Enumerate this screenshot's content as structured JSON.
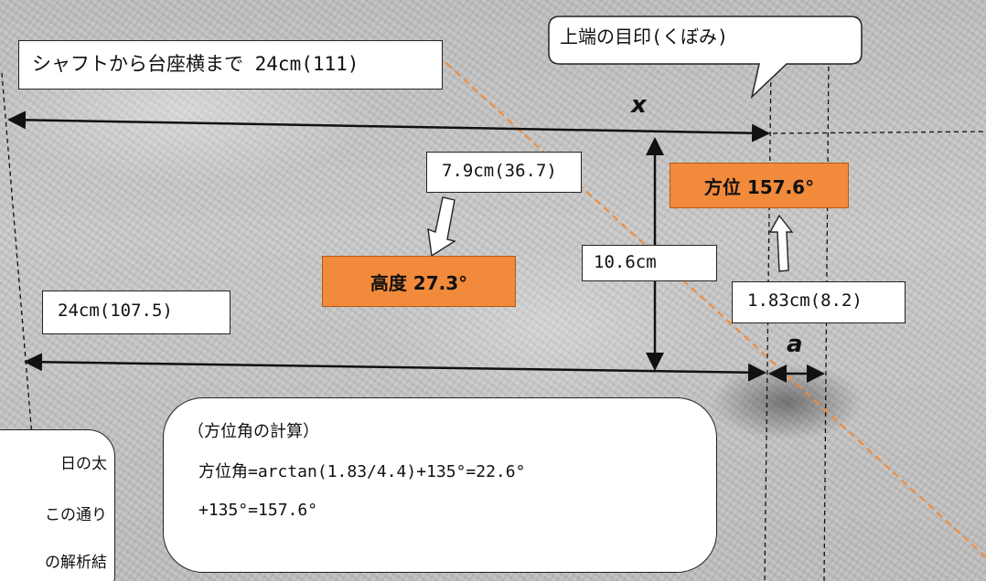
{
  "labels": {
    "shaft_to_base": "シャフトから台座横まで 24cm(111)",
    "top_mark": "上端の目印(くぼみ)",
    "len_79": "7.9cm(36.7)",
    "len_106": "10.6cm",
    "len_183": "1.83cm(8.2)",
    "len_24": "24cm(107.5)",
    "var_x": "x",
    "var_a": "a"
  },
  "highlights": {
    "azimuth": "方位 157.6°",
    "altitude": "高度 27.3°"
  },
  "calculation": {
    "title": "（方位角の計算）",
    "line1": "方位角=arctan(1.83/4.4)+135°=22.6°",
    "line2": "+135°=157.6°"
  },
  "side_note": {
    "line1": "日の太",
    "line2": "この通り",
    "line3": "の解析結"
  },
  "colors": {
    "highlight_fill": "#f28a3c",
    "shadow_line": "#f08a3a"
  }
}
